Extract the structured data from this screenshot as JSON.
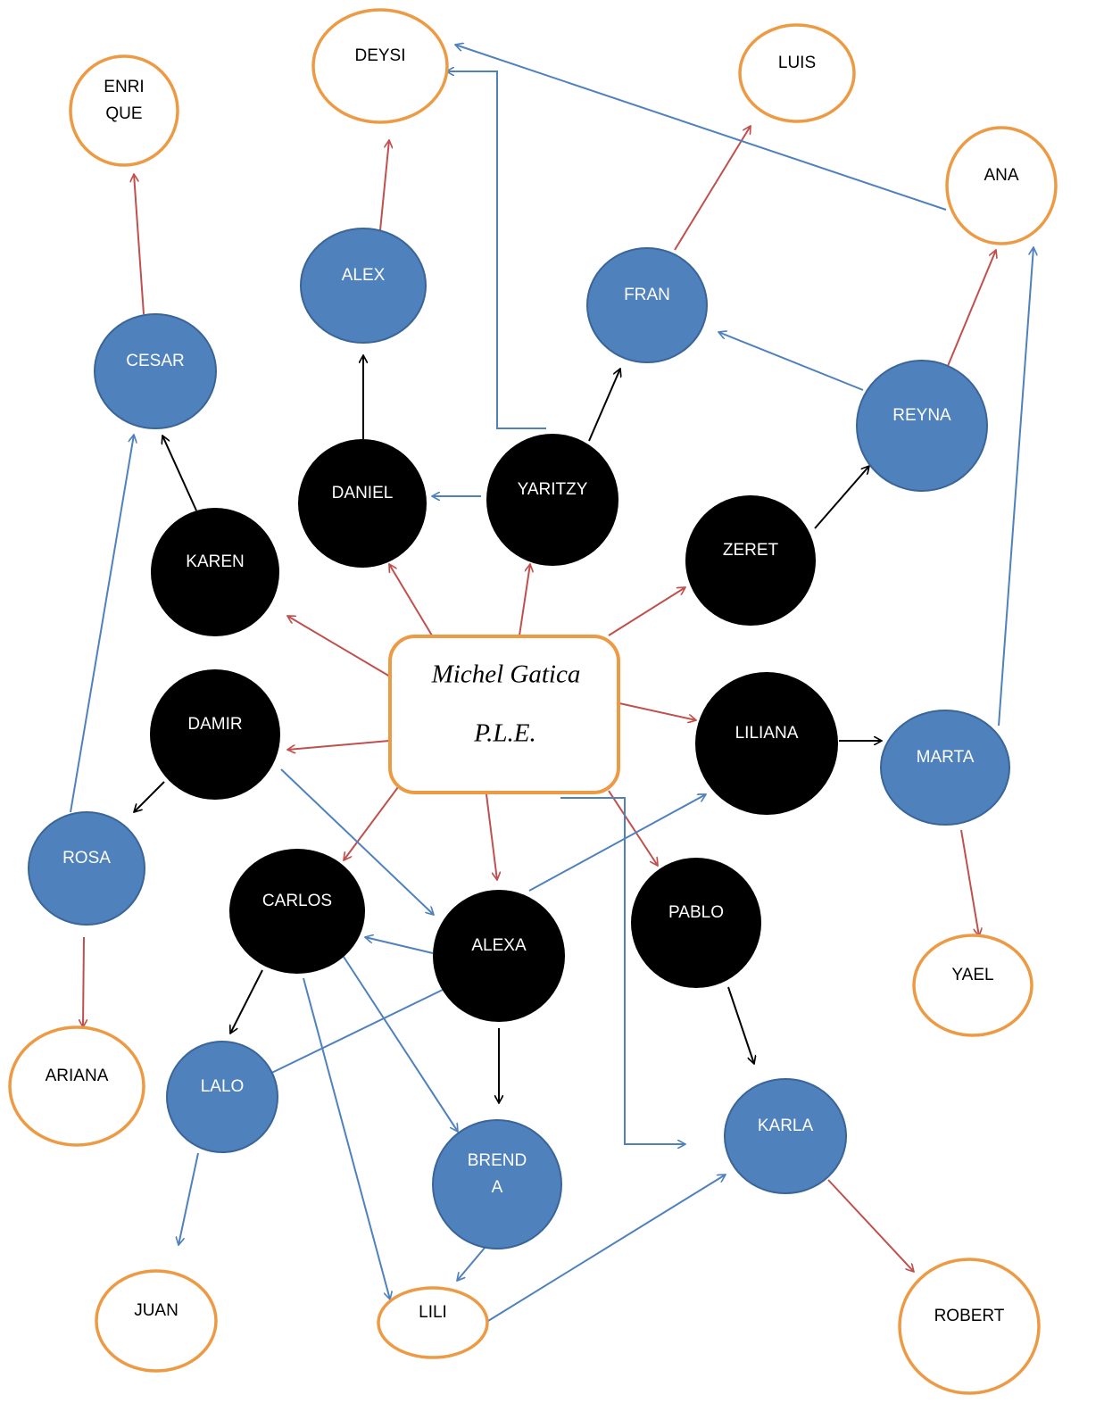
{
  "colors": {
    "black_node": "#000000",
    "blue_node": "#4f81bd",
    "blue_node_stroke": "#3a6598",
    "orange_stroke": "#ed9a45",
    "red_edge": "#c0504d",
    "blue_edge": "#4f81bd",
    "black_edge": "#000000"
  },
  "center": {
    "line1": "Michel Gatica",
    "line2": "P.L.E."
  },
  "nodes": [
    {
      "id": "karen",
      "label": [
        "KAREN"
      ],
      "style": "black"
    },
    {
      "id": "daniel",
      "label": [
        "DANIEL"
      ],
      "style": "black"
    },
    {
      "id": "yaritzy",
      "label": [
        "YARITZY"
      ],
      "style": "black"
    },
    {
      "id": "zeret",
      "label": [
        "ZERET"
      ],
      "style": "black"
    },
    {
      "id": "damir",
      "label": [
        "DAMIR"
      ],
      "style": "black"
    },
    {
      "id": "liliana",
      "label": [
        "LILIANA"
      ],
      "style": "black"
    },
    {
      "id": "carlos",
      "label": [
        "CARLOS"
      ],
      "style": "black"
    },
    {
      "id": "alexa",
      "label": [
        "ALEXA"
      ],
      "style": "black"
    },
    {
      "id": "pablo",
      "label": [
        "PABLO"
      ],
      "style": "black"
    },
    {
      "id": "cesar",
      "label": [
        "CESAR"
      ],
      "style": "blue"
    },
    {
      "id": "alex",
      "label": [
        "ALEX"
      ],
      "style": "blue"
    },
    {
      "id": "fran",
      "label": [
        "FRAN"
      ],
      "style": "blue"
    },
    {
      "id": "reyna",
      "label": [
        "REYNA"
      ],
      "style": "blue"
    },
    {
      "id": "rosa",
      "label": [
        "ROSA"
      ],
      "style": "blue"
    },
    {
      "id": "marta",
      "label": [
        "MARTA"
      ],
      "style": "blue"
    },
    {
      "id": "lalo",
      "label": [
        "LALO"
      ],
      "style": "blue"
    },
    {
      "id": "brenda",
      "label": [
        "BREND",
        "A"
      ],
      "style": "blue"
    },
    {
      "id": "karla",
      "label": [
        "KARLA"
      ],
      "style": "blue"
    },
    {
      "id": "enrique",
      "label": [
        "ENRI",
        "QUE"
      ],
      "style": "orange"
    },
    {
      "id": "deysi",
      "label": [
        "DEYSI"
      ],
      "style": "orange"
    },
    {
      "id": "luis",
      "label": [
        "LUIS"
      ],
      "style": "orange"
    },
    {
      "id": "ana",
      "label": [
        "ANA"
      ],
      "style": "orange"
    },
    {
      "id": "yael",
      "label": [
        "YAEL"
      ],
      "style": "orange"
    },
    {
      "id": "ariana",
      "label": [
        "ARIANA"
      ],
      "style": "orange"
    },
    {
      "id": "juan",
      "label": [
        "JUAN"
      ],
      "style": "orange"
    },
    {
      "id": "lili",
      "label": [
        "LILI"
      ],
      "style": "orange"
    },
    {
      "id": "robert",
      "label": [
        "ROBERT"
      ],
      "style": "orange"
    }
  ]
}
